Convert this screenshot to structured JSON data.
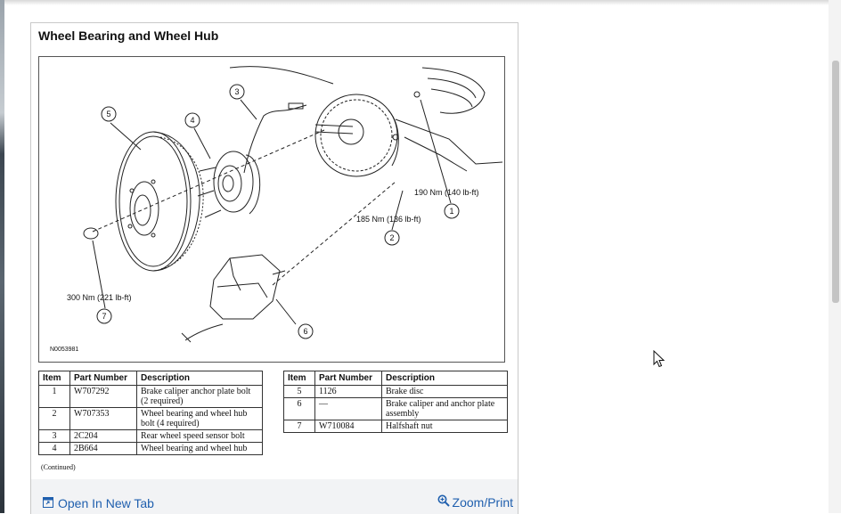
{
  "card": {
    "title": "Wheel Bearing and Wheel Hub"
  },
  "figure": {
    "image_id": "N0053981",
    "torque_labels": {
      "bolt_1": "190 Nm (140 lb-ft)",
      "bolt_2": "185 Nm (136 lb-ft)",
      "nut_7": "300 Nm (221 lb-ft)"
    },
    "callouts": [
      "1",
      "2",
      "3",
      "4",
      "5",
      "6",
      "7"
    ]
  },
  "parts_table": {
    "headers": [
      "Item",
      "Part Number",
      "Description"
    ],
    "rows": [
      {
        "item": "1",
        "part": "W707292",
        "desc": "Brake caliper anchor plate bolt (2 required)"
      },
      {
        "item": "2",
        "part": "W707353",
        "desc": "Wheel bearing and wheel hub bolt (4 required)"
      },
      {
        "item": "3",
        "part": "2C204",
        "desc": "Rear wheel speed sensor bolt"
      },
      {
        "item": "4",
        "part": "2B664",
        "desc": "Wheel bearing and wheel hub"
      },
      {
        "item": "5",
        "part": "1126",
        "desc": "Brake disc"
      },
      {
        "item": "6",
        "part": "—",
        "desc": "Brake caliper and anchor plate assembly"
      },
      {
        "item": "7",
        "part": "W710084",
        "desc": "Halfshaft nut"
      }
    ],
    "continued_note": "(Continued)"
  },
  "footer": {
    "open_new_tab": "Open In New Tab",
    "zoom_print": "Zoom/Print"
  },
  "colors": {
    "link": "#1f5fae",
    "footer_bg": "#f2f3f5",
    "border": "#c9c9c9"
  }
}
